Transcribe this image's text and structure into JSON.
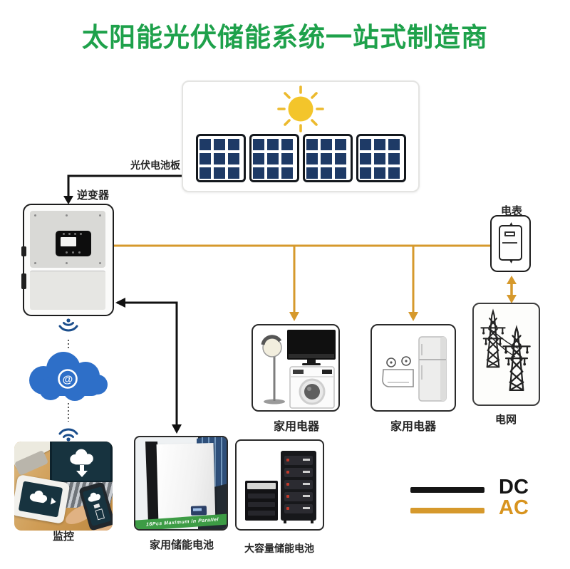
{
  "title": {
    "text": "太阳能光伏储能系统一站式制造商"
  },
  "nodes": {
    "pv_array": {
      "label": "光伏电池板"
    },
    "inverter": {
      "label": "逆变器"
    },
    "meter": {
      "label": "电表"
    },
    "grid": {
      "label": "电网"
    },
    "appliances_left": {
      "label": "家用电器"
    },
    "appliances_right": {
      "label": "家用电器"
    },
    "cloud": {
      "symbol": "@"
    },
    "monitor": {
      "label": "监控"
    },
    "home_battery": {
      "label": "家用储能电池",
      "banner": "16Pcs Maximum in Parallel"
    },
    "large_battery": {
      "label": "大容量储能电池"
    }
  },
  "legend": {
    "items": [
      {
        "label": "DC",
        "color": "#151515"
      },
      {
        "label": "AC",
        "color": "#d8941f"
      }
    ]
  },
  "colors": {
    "title_green": "#1ea14b",
    "ac_line": "#d6992c",
    "dc_line": "#111111",
    "cloud_blue": "#2e6fc8",
    "sun_yellow": "#f3c52b",
    "pv_cell_navy": "#1e3a66"
  }
}
